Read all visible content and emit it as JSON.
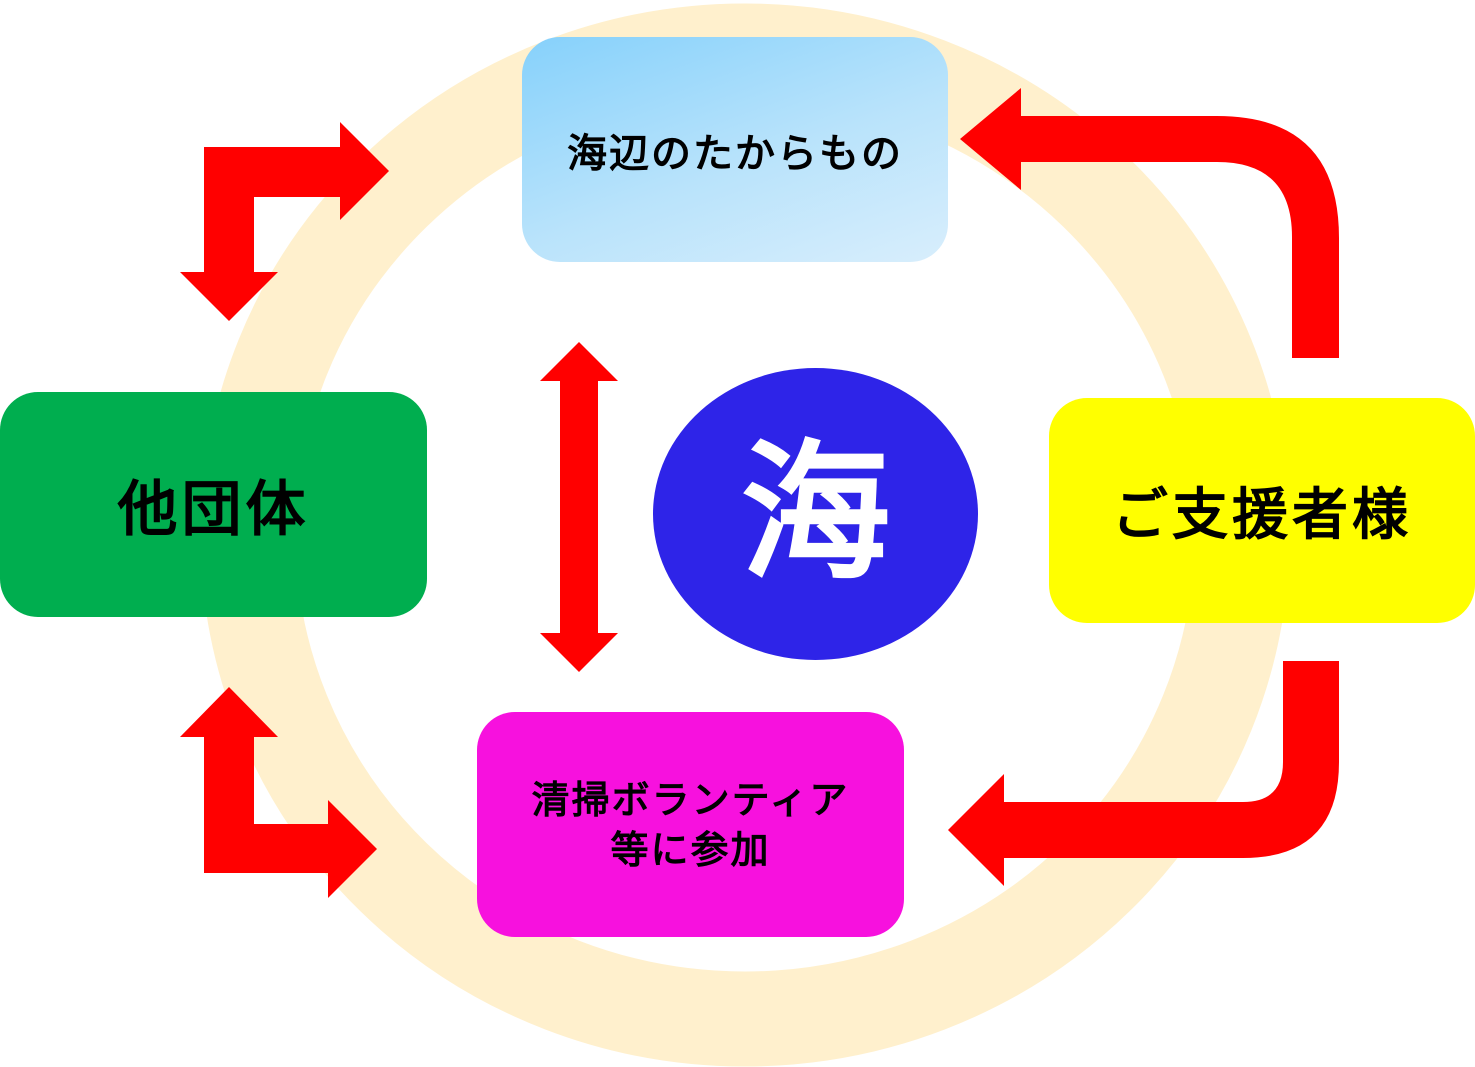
{
  "diagram": {
    "center": {
      "label": "海",
      "color": "#2e24e8",
      "text_color": "#ffffff"
    },
    "nodes": [
      {
        "id": "top",
        "label": "海辺のたからもの",
        "color": "#b9e3fb"
      },
      {
        "id": "left",
        "label": "他団体",
        "color": "#00ae4f"
      },
      {
        "id": "right",
        "label": "ご支援者様",
        "color": "#ffff00"
      },
      {
        "id": "bottom",
        "lines": [
          "清掃ボランティア",
          "等に参加"
        ],
        "color": "#f711de"
      }
    ],
    "ring_color": "#fff0cd",
    "arrow_color": "#ff0000",
    "arrows": [
      {
        "from": "right",
        "to": "top",
        "type": "single"
      },
      {
        "from": "right",
        "to": "bottom",
        "type": "single"
      },
      {
        "between": [
          "left",
          "top"
        ],
        "type": "bidirectional-elbow"
      },
      {
        "between": [
          "left",
          "bottom"
        ],
        "type": "bidirectional-elbow"
      },
      {
        "between": [
          "top",
          "bottom"
        ],
        "type": "bidirectional"
      }
    ]
  }
}
